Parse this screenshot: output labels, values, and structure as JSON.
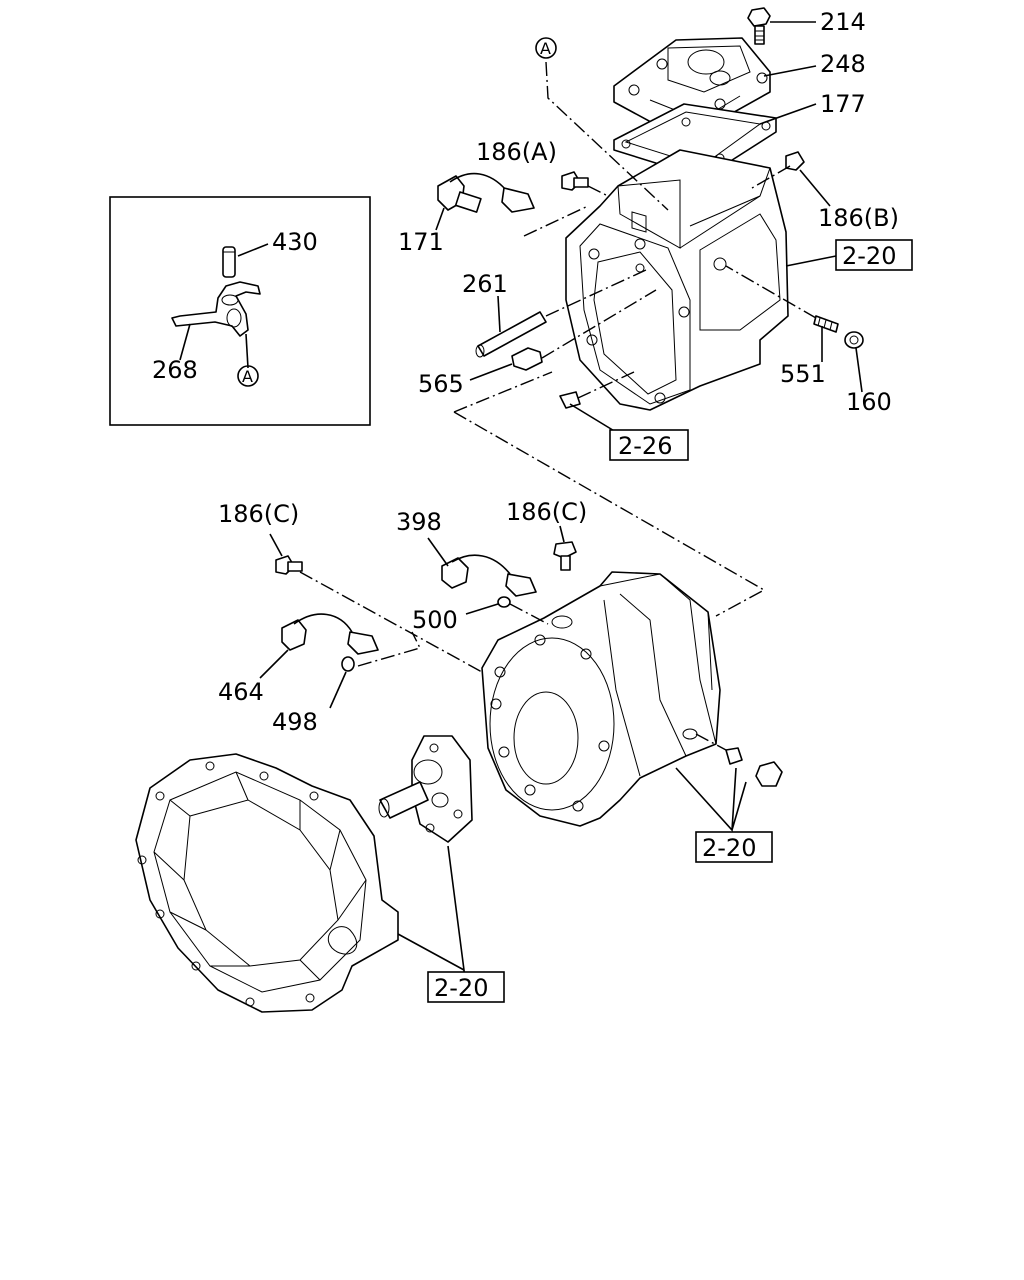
{
  "labels": {
    "p214": "214",
    "p248": "248",
    "p177": "177",
    "p186A": "186(A)",
    "p171": "171",
    "p186B": "186(B)",
    "p261": "261",
    "p565": "565",
    "p551": "551",
    "p160": "160",
    "p430": "430",
    "p268": "268",
    "p186C_left": "186(C)",
    "p398": "398",
    "p186C_right": "186(C)",
    "p500": "500",
    "p464": "464",
    "p498": "498"
  },
  "refs": {
    "r220_upper": "2-20",
    "r226": "2-26",
    "r220_right": "2-20",
    "r220_bottom": "2-20"
  },
  "markers": {
    "A_top": "A",
    "A_inset": "A"
  }
}
